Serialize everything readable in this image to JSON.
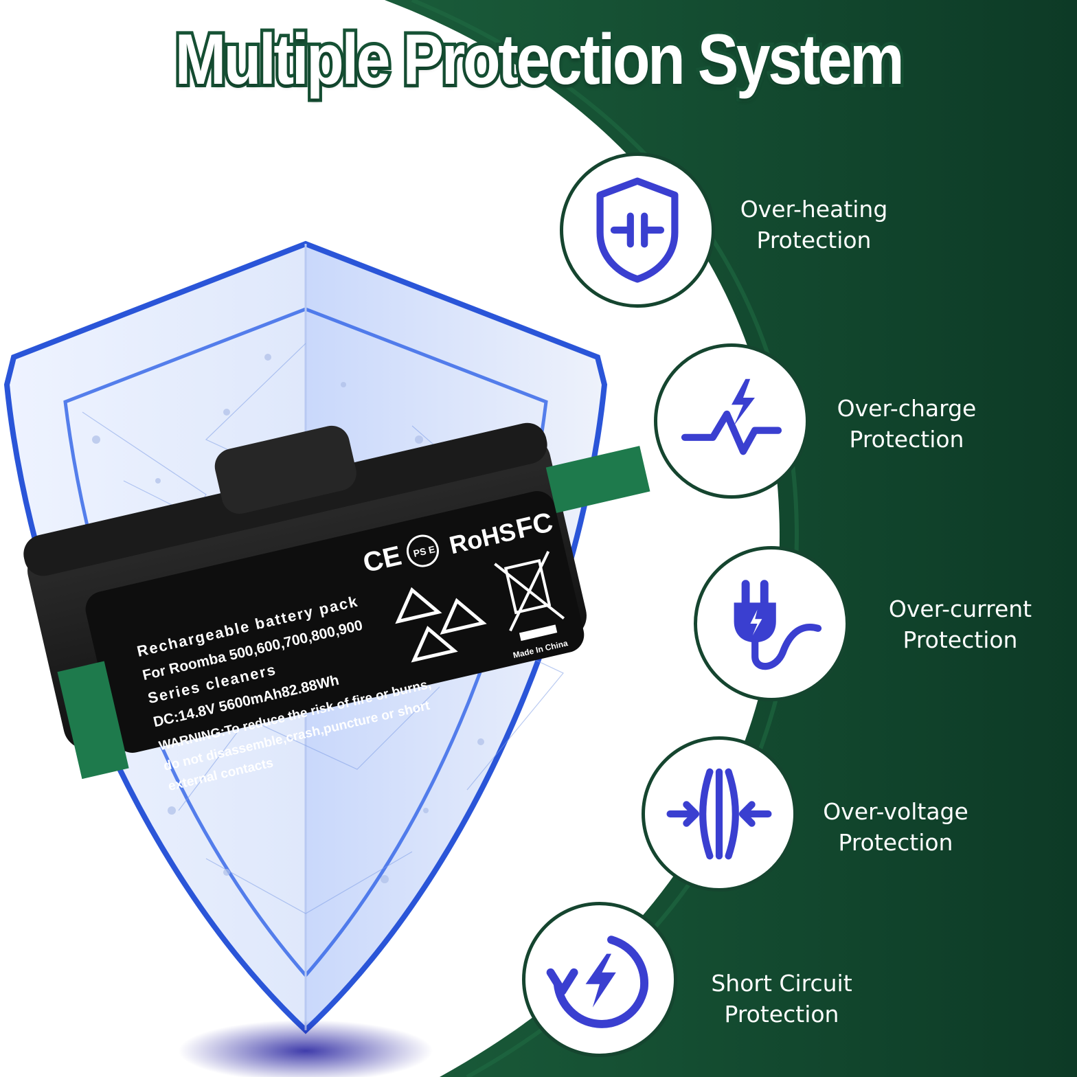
{
  "title": "Multiple Protection System",
  "colors": {
    "dark_green": "#0f3f2a",
    "mid_green": "#1a5c3a",
    "icon_blue": "#3a3fd0",
    "tab_green": "#1e7a4c"
  },
  "features": [
    {
      "icon": "shield-icon",
      "line1": "Over-heating",
      "line2": "Protection"
    },
    {
      "icon": "lightning-pulse-icon",
      "line1": "Over-charge",
      "line2": "Protection"
    },
    {
      "icon": "plug-icon",
      "line1": "Over-current",
      "line2": "Protection"
    },
    {
      "icon": "compress-arrows-icon",
      "line1": "Over-voltage",
      "line2": "Protection"
    },
    {
      "icon": "circular-bolt-icon",
      "line1": "Short Circuit",
      "line2": "Protection"
    }
  ],
  "battery": {
    "line1": "Rechargeable battery pack",
    "line2": "For Roomba 500,600,700,800,900",
    "line3": "Series cleaners",
    "line4": "DC:14.8V 5600mAh82.88Wh",
    "line5": "WARNING:To reduce the risk of fire or burns,",
    "line6": "do not disassemble,crash,puncture or short",
    "line7": "external contacts",
    "ce": "CE",
    "pse": "PS E",
    "rohs": "RoHS",
    "fc": "FC",
    "made_in": "Made In China"
  }
}
